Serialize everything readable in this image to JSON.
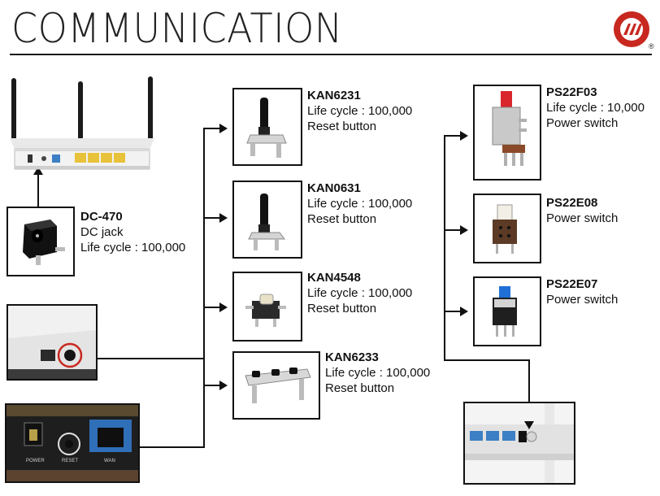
{
  "header": {
    "title": "COMMUNICATION",
    "logo_mark": "®"
  },
  "items": [
    {
      "id": "dc470",
      "name": "DC-470",
      "lines": [
        "DC jack",
        "Life cycle : 100,000"
      ]
    },
    {
      "id": "kan6231",
      "name": "KAN6231",
      "lines": [
        "Life cycle : 100,000",
        "Reset button"
      ]
    },
    {
      "id": "kan0631",
      "name": "KAN0631",
      "lines": [
        "Life cycle : 100,000",
        "Reset button"
      ]
    },
    {
      "id": "kan4548",
      "name": "KAN4548",
      "lines": [
        "Life cycle : 100,000",
        "Reset button"
      ]
    },
    {
      "id": "kan6233",
      "name": "KAN6233",
      "lines": [
        "Life cycle : 100,000",
        "Reset button"
      ]
    },
    {
      "id": "ps22f03",
      "name": "PS22F03",
      "lines": [
        "Life cycle : 10,000",
        "Power switch"
      ]
    },
    {
      "id": "ps22e08",
      "name": "PS22E08",
      "lines": [
        "Power switch"
      ]
    },
    {
      "id": "ps22e07",
      "name": "PS22E07",
      "lines": [
        "Power switch"
      ]
    }
  ],
  "photo_labels": {
    "power": "POWER",
    "reset": "RESET",
    "wan": "WAN"
  },
  "colors": {
    "accent_red": "#c8281f",
    "line": "#111111",
    "router_blue": "#3d7fc4",
    "router_yellow": "#e8c23a",
    "switch_red": "#d8262c",
    "switch_blue": "#1f6fd6"
  }
}
